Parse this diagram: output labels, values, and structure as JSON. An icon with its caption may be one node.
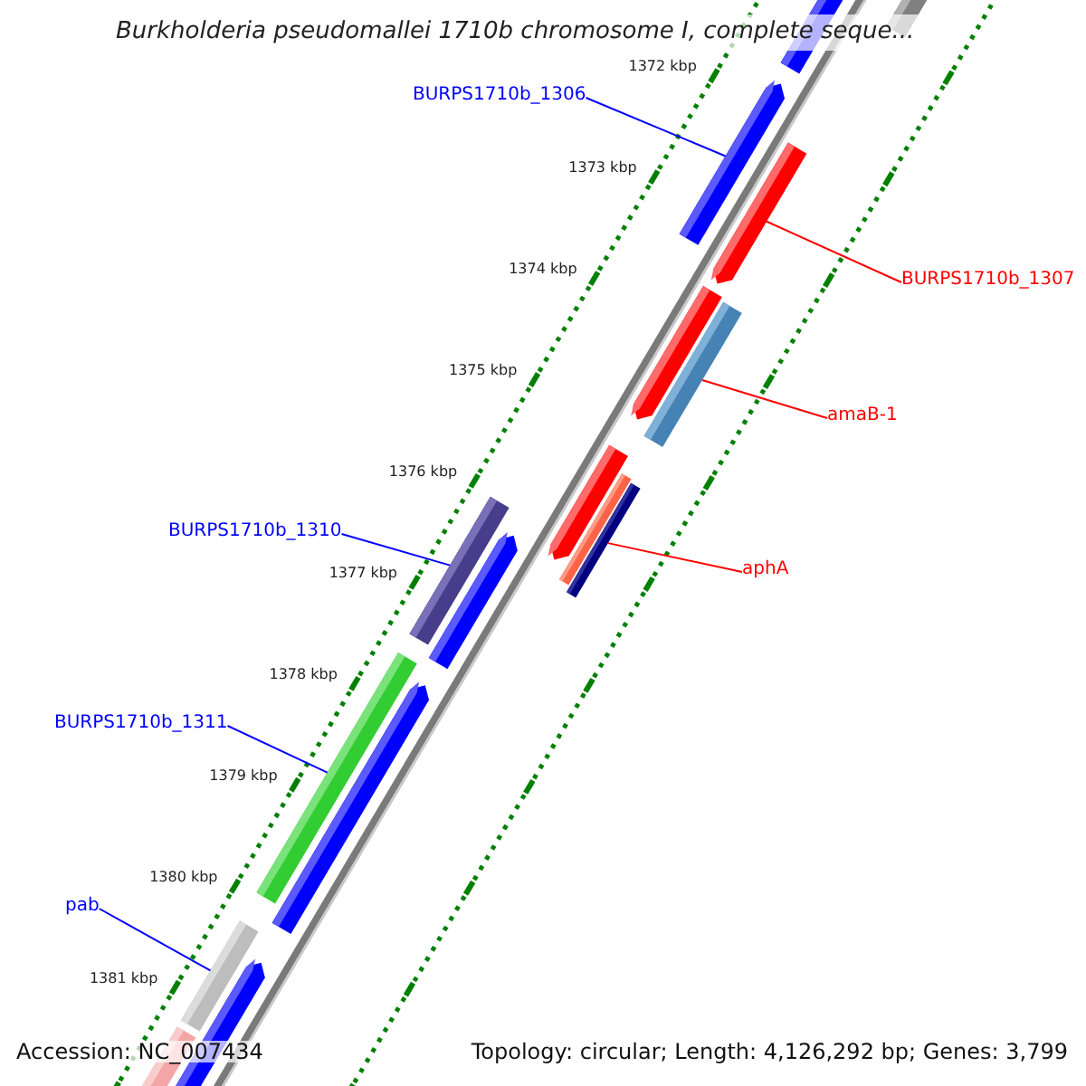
{
  "diagram": {
    "title": "Burkholderia pseudomallei 1710b chromosome I, complete seque...",
    "nodes": [
      {
        "text": [
          "BURPS1710b_1306"
        ]
      },
      {
        "text": [],
        "shape": "bar"
      },
      {
        "text": [
          "BURPS1710b_1307"
        ]
      },
      {
        "text": [],
        "shape": "bar"
      },
      {
        "text": [
          "amaB-1"
        ]
      },
      {
        "text": [],
        "shape": "bar"
      },
      {
        "text": [
          "aphA"
        ]
      },
      {
        "text": [],
        "shape": "bar"
      },
      {
        "text": [
          "BURPS1710b_1310"
        ]
      },
      {
        "text": [],
        "shape": "bar"
      },
      {
        "text": [
          "BURPS1710b_1311"
        ]
      },
      {
        "text": [],
        "shape": "bar"
      },
      {
        "text": [
          "pab"
        ]
      },
      {
        "text": [],
        "shape": "bar"
      }
    ],
    "edges": [
      {
        "from": 0,
        "to": 1,
        "arrow": "none"
      },
      {
        "from": 2,
        "to": 3,
        "arrow": "none",
        "color": "#ff0000"
      },
      {
        "from": 4,
        "to": 5,
        "arrow": "none",
        "color": "#ff0000"
      },
      {
        "from": 6,
        "to": 7,
        "arrow": "none",
        "color": "#ff0000"
      },
      {
        "from": 8,
        "to": 9,
        "arrow": "none"
      },
      {
        "from": 10,
        "to": 11,
        "arrow": "none"
      },
      {
        "from": 12,
        "to": 13,
        "arrow": "none"
      }
    ],
    "labels": [
      "1372 kbp",
      "1373 kbp",
      "1374 kbp",
      "1375 kbp",
      "1376 kbp",
      "1377 kbp",
      "1378 kbp",
      "1379 kbp",
      "1380 kbp",
      "1381 kbp",
      "Accession: NC_007434",
      "Topology: circular; Length: 4,126,292 bp; Genes: 3,799"
    ]
  }
}
